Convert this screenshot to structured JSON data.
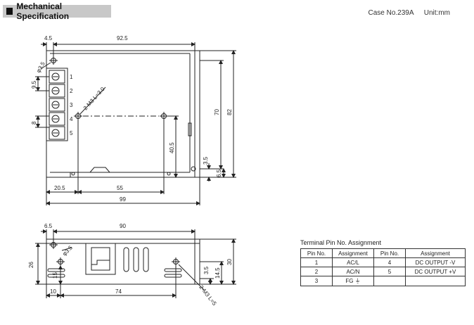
{
  "header": {
    "title": "Mechanical Specification",
    "case_no": "Case No.239A",
    "unit": "Unit:mm"
  },
  "top_view": {
    "dim_left_offset": "4.5",
    "dim_top_width": "92.5",
    "hole_dia": "φ3.5",
    "pitch": "9.5",
    "pitch2": "8",
    "screw_note": "2-M3 L=3.0",
    "terminals": [
      "1",
      "2",
      "3",
      "4",
      "5"
    ],
    "dim_70": "70",
    "dim_82": "82",
    "dim_40_5": "40.5",
    "dim_3_5": "3.5",
    "dim_6_5": "6.5",
    "dim_20_5": "20.5",
    "dim_55": "55",
    "dim_99": "99"
  },
  "side_view": {
    "dim_6_5": "6.5",
    "dim_90": "90",
    "hole_dia": "φ3.5",
    "dim_26": "26",
    "dim_15": "15",
    "dim_3_5": "3.5",
    "dim_14_5": "14.5",
    "dim_30": "30",
    "dim_10": "10",
    "dim_74": "74",
    "screw_note": "2-M3 L=5"
  },
  "pin_table": {
    "caption": "Terminal Pin No.  Assignment",
    "headers": [
      "Pin No.",
      "Assignment",
      "Pin No.",
      "Assignment"
    ],
    "rows": [
      [
        "1",
        "AC/L",
        "4",
        "DC OUTPUT -V"
      ],
      [
        "2",
        "AC/N",
        "5",
        "DC OUTPUT +V"
      ],
      [
        "3",
        "FG ⏚",
        "",
        ""
      ]
    ]
  }
}
